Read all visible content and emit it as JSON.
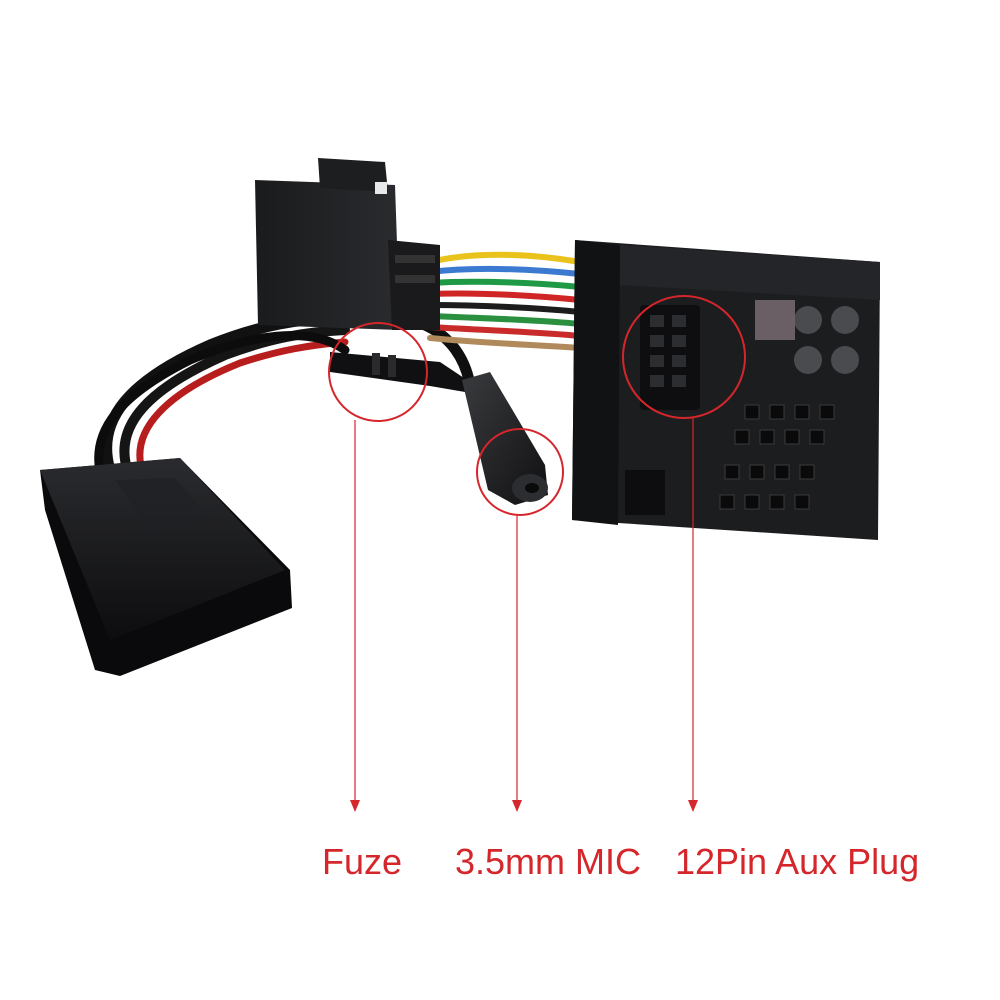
{
  "photo": {
    "subject": "product-photo",
    "icons": [
      "bluetooth-module-icon",
      "cable-harness-icon",
      "quadlock-connector-icon",
      "audio-jack-icon"
    ]
  },
  "annotations": {
    "color": "#d4262b",
    "items": [
      {
        "id": "fuze",
        "label": "Fuze"
      },
      {
        "id": "mic",
        "label": "3.5mm MIC"
      },
      {
        "id": "aux",
        "label": "12Pin Aux Plug"
      }
    ]
  }
}
